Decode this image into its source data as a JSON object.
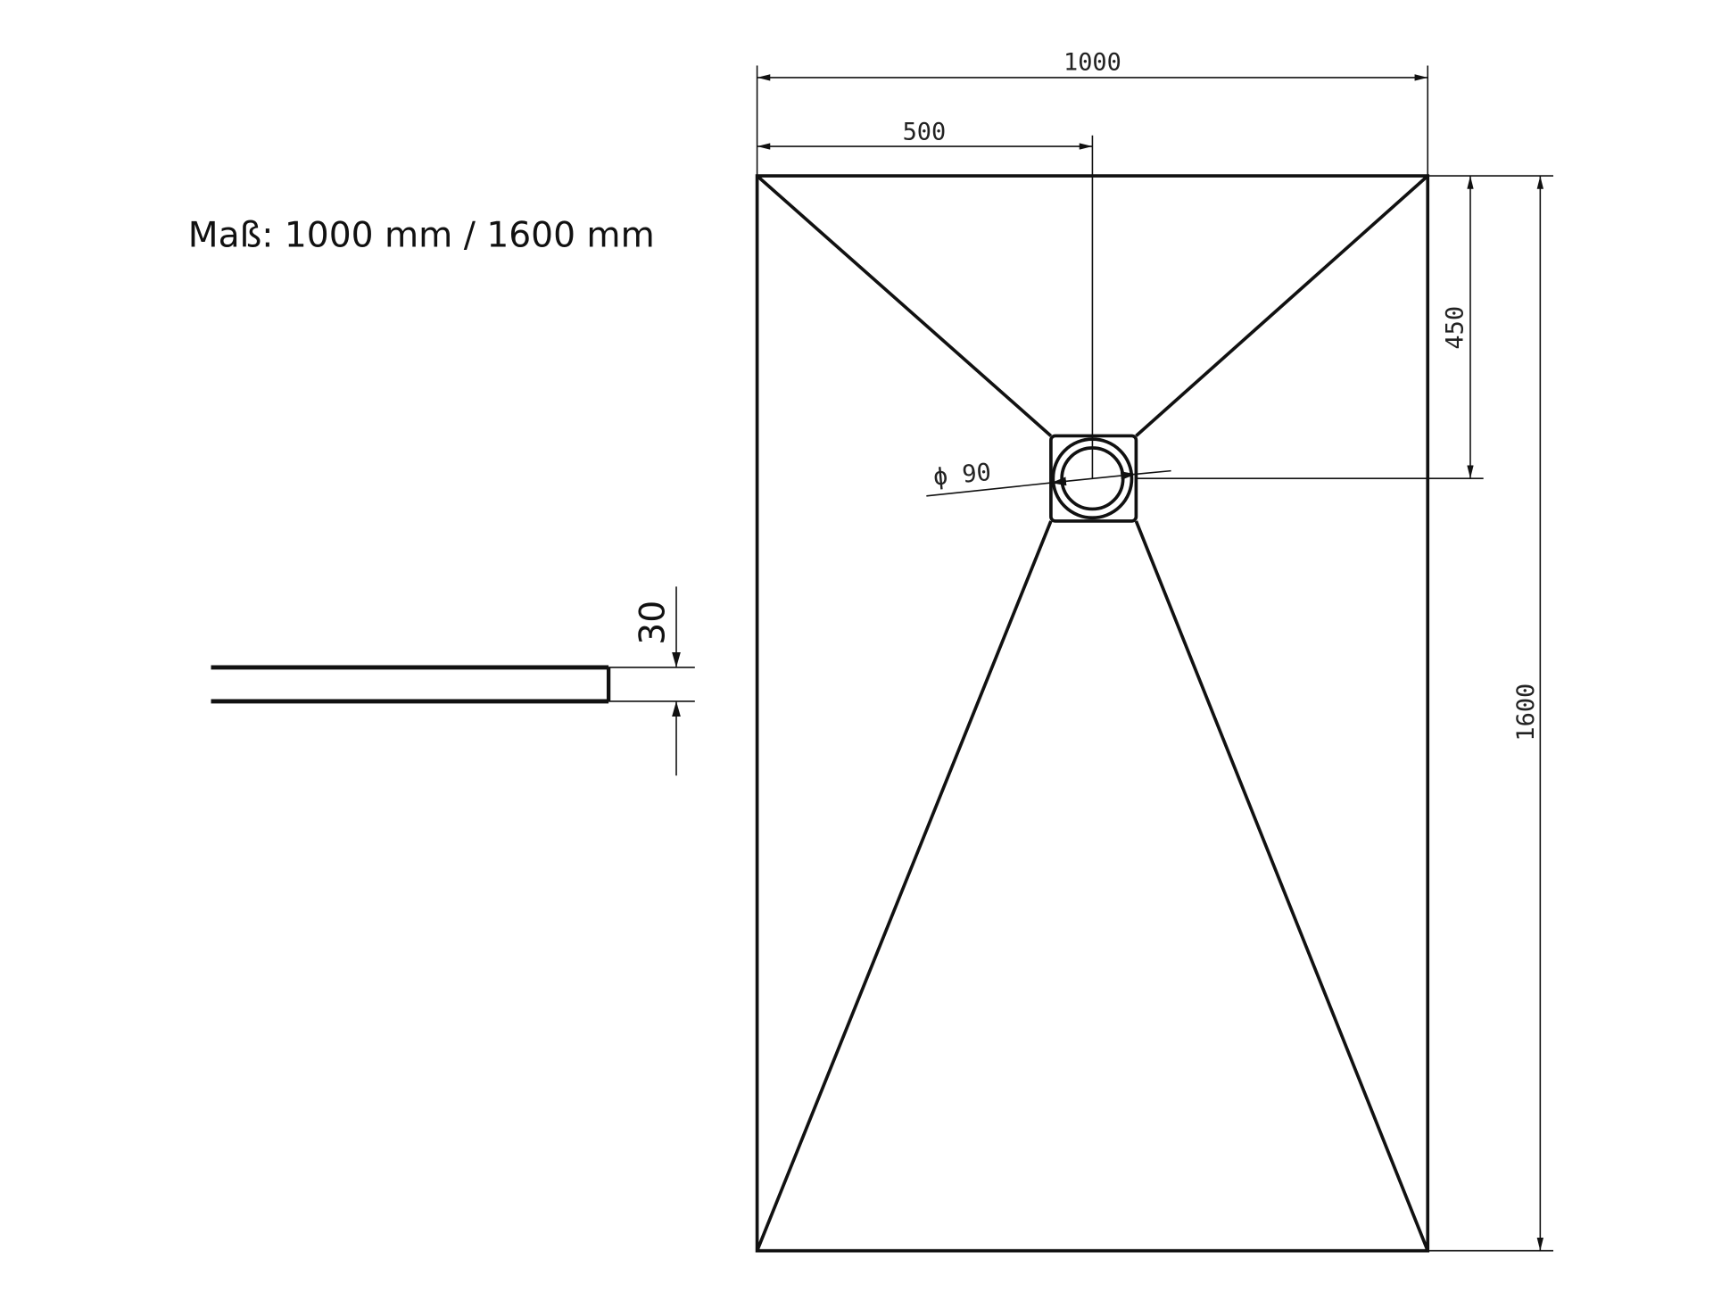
{
  "title": "Maß: 1000 mm / 1600 mm",
  "dimensions": {
    "width": "1000",
    "half_width": "500",
    "drain_offset": "450",
    "length": "1600",
    "drain_diameter": "ϕ 90",
    "thickness": "30"
  },
  "colors": {
    "line": "#111111",
    "background": "#ffffff"
  }
}
